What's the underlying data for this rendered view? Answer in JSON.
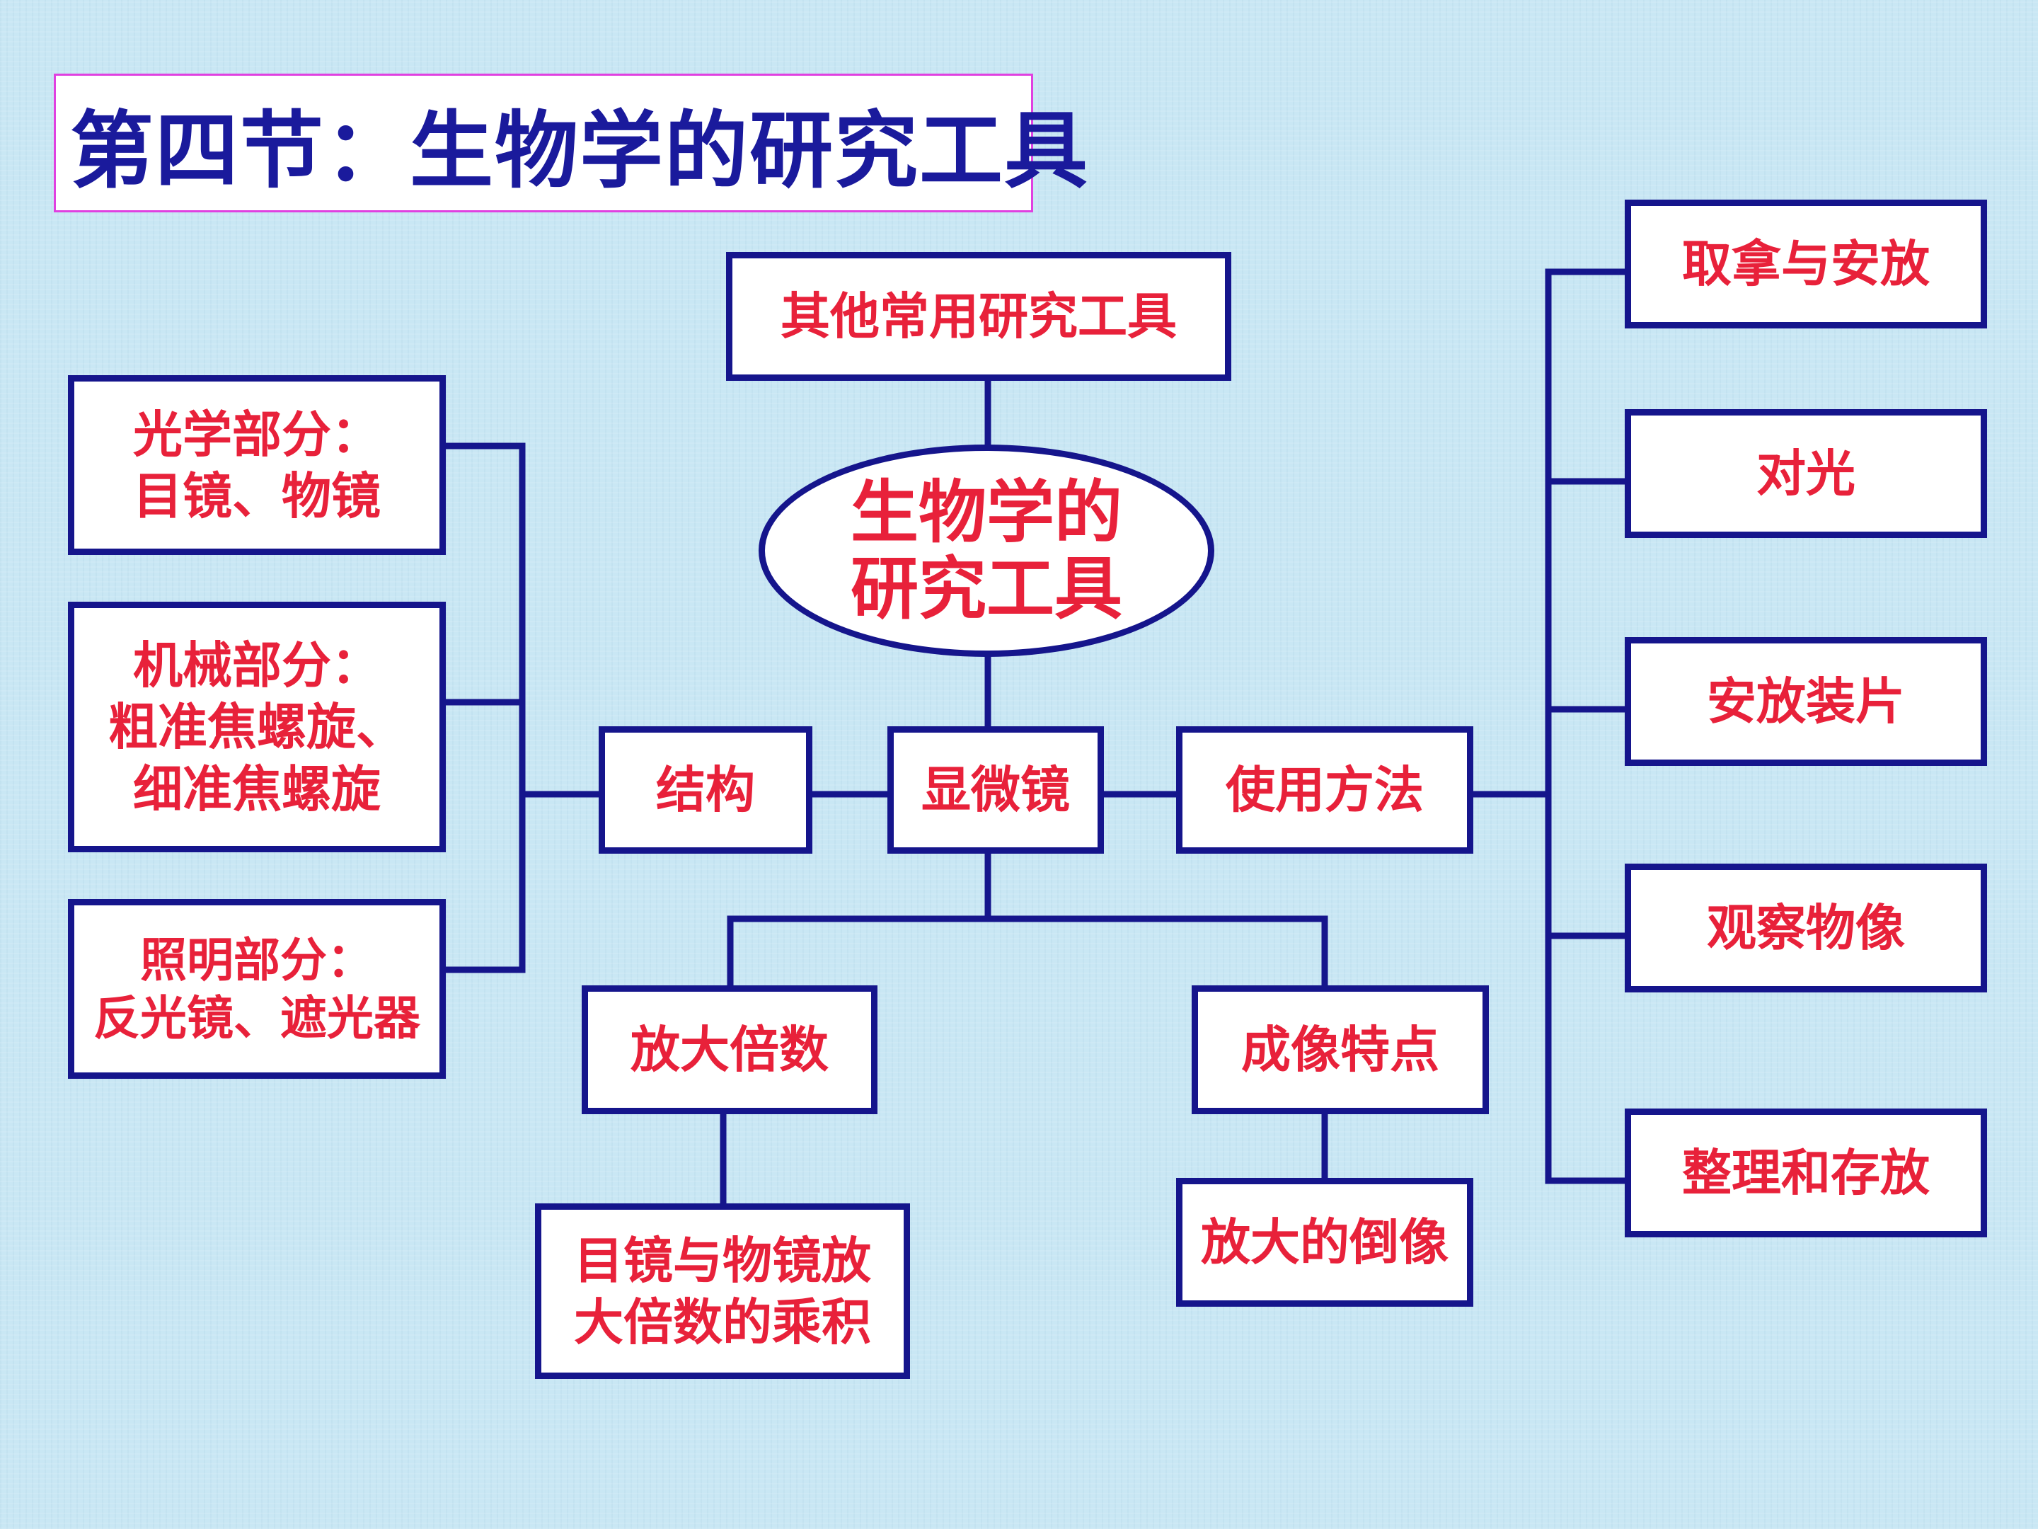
{
  "title": "第四节：生物学的研究工具",
  "center": {
    "line1": "生物学的",
    "line2": "研究工具"
  },
  "top_node": "其他常用研究工具",
  "microscope": "显微镜",
  "structure": "结构",
  "usage": "使用方法",
  "structure_parts": [
    {
      "line1": "光学部分：",
      "line2": "目镜、物镜"
    },
    {
      "line1": "机械部分：",
      "line2": "粗准焦螺旋、",
      "line3": "细准焦螺旋"
    },
    {
      "line1": "照明部分：",
      "line2": "反光镜、遮光器"
    }
  ],
  "usage_steps": [
    "取拿与安放",
    "对光",
    "安放装片",
    "观察物像",
    "整理和存放"
  ],
  "magnification": {
    "label": "放大倍数",
    "detail_line1": "目镜与物镜放",
    "detail_line2": "大倍数的乘积"
  },
  "imaging": {
    "label": "成像特点",
    "detail": "放大的倒像"
  },
  "colors": {
    "box_border": "#15158c",
    "node_text": "#e8213a",
    "title_text": "#1a1a9c",
    "title_border": "#e040e0",
    "background": "#c9e7f4"
  }
}
